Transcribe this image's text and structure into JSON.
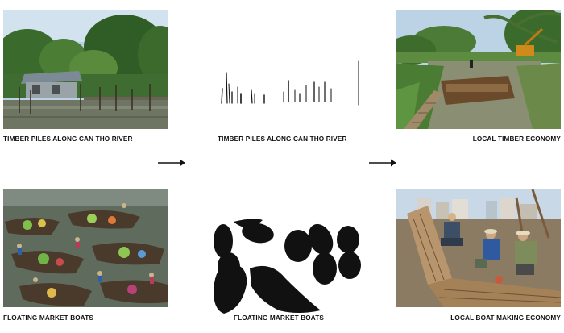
{
  "captions": {
    "top_left": "TIMBER PILES ALONG CAN THO RIVER",
    "top_center": "TIMBER PILES ALONG CAN THO RIVER",
    "top_right": "LOCAL TIMBER ECONOMY",
    "bottom_left": "FLOATING MARKET BOATS",
    "bottom_center": "FLOATING MARKET BOATS",
    "bottom_right": "LOCAL BOAT MAKING ECONOMY"
  },
  "icons": {
    "arrow_1": "arrow-right-icon",
    "arrow_2": "arrow-right-icon"
  },
  "colors": {
    "ink": "#111111",
    "water": "#6f7566",
    "foliage": "#3d6b2e",
    "sky": "#bcd3e6"
  }
}
